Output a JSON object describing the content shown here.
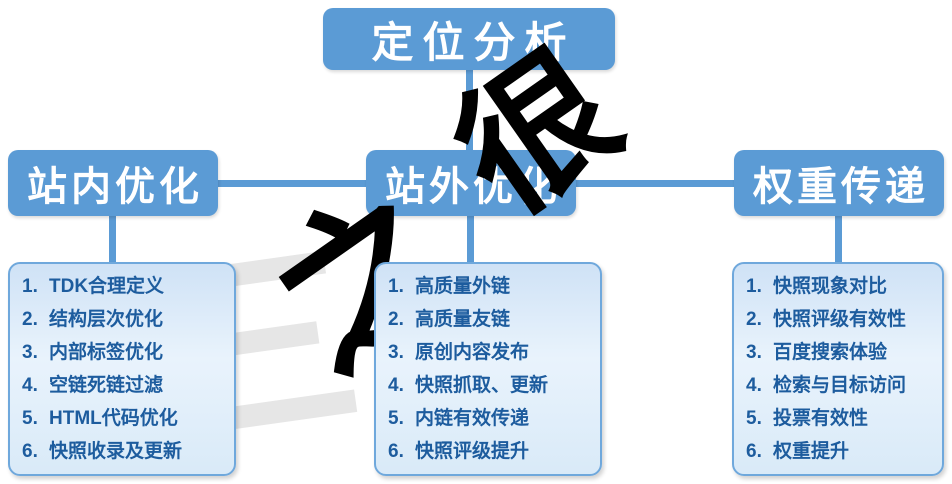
{
  "diagram": {
    "root": {
      "label": "定位分析"
    },
    "branches": [
      {
        "label": "站内优化",
        "items": [
          {
            "n": "1.",
            "t": "TDK合理定义"
          },
          {
            "n": "2.",
            "t": "结构层次优化"
          },
          {
            "n": "3.",
            "t": "内部标签优化"
          },
          {
            "n": "4.",
            "t": "空链死链过滤"
          },
          {
            "n": "5.",
            "t": "HTML代码优化"
          },
          {
            "n": "6.",
            "t": "快照收录及更新"
          }
        ]
      },
      {
        "label": "站外优化",
        "items": [
          {
            "n": "1.",
            "t": "高质量外链"
          },
          {
            "n": "2.",
            "t": "高质量友链"
          },
          {
            "n": "3.",
            "t": "原创内容发布"
          },
          {
            "n": "4.",
            "t": "快照抓取、更新"
          },
          {
            "n": "5.",
            "t": "内链有效传递"
          },
          {
            "n": "6.",
            "t": "快照评级提升"
          }
        ]
      },
      {
        "label": "权重传递",
        "items": [
          {
            "n": "1.",
            "t": "快照现象对比"
          },
          {
            "n": "2.",
            "t": "快照评级有效性"
          },
          {
            "n": "3.",
            "t": "百度搜索体验"
          },
          {
            "n": "4.",
            "t": "检索与目标访问"
          },
          {
            "n": "5.",
            "t": "投票有效性"
          },
          {
            "n": "6.",
            "t": "权重提升"
          }
        ]
      }
    ],
    "watermark": {
      "dark_char_top": "很",
      "dark_char_mid": "之",
      "light_char": "三"
    },
    "colors": {
      "node_blue": "#5b9bd5",
      "list_border": "#6fa8dc",
      "list_background": "#dcebf8",
      "item_text": "#1d5c9e",
      "watermark_dark": "#000000",
      "watermark_light": "#e6e6e6"
    }
  }
}
